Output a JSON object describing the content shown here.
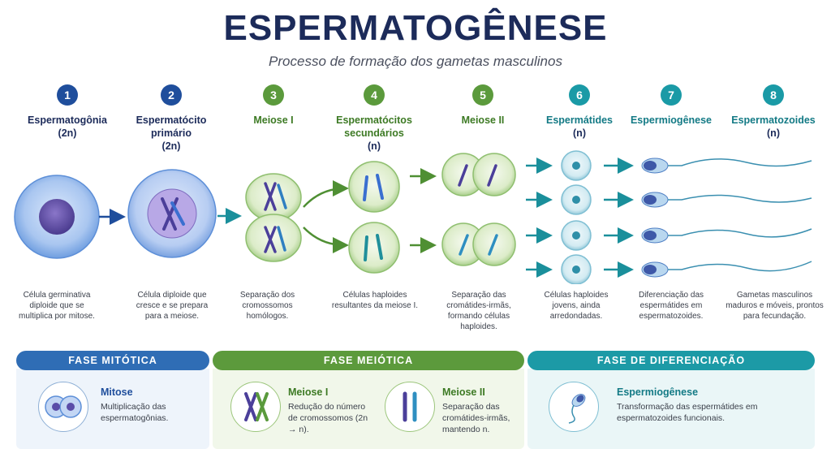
{
  "title": "ESPERMATOGÊNESE",
  "subtitle": "Processo de formação dos gametas masculinos",
  "steps": [
    {
      "number": "1",
      "title": "Espermatogônia",
      "ploidy": "(2n)",
      "description": "Célula germinativa diploide que se multiplica por mitose.",
      "color": "#1f4e9c"
    },
    {
      "number": "2",
      "title": "Espermatócito primário",
      "ploidy": "(2n)",
      "description": "Célula diploide que cresce e se prepara para a meiose.",
      "color": "#1f4e9c"
    },
    {
      "number": "3",
      "title": "Meiose I",
      "ploidy": "",
      "description": "Separação dos cromossomos homólogos.",
      "color": "#5b9a3c"
    },
    {
      "number": "4",
      "title": "Espermatócitos secundários",
      "ploidy": "(n)",
      "description": "Células haploides resultantes da meiose I.",
      "color": "#5b9a3c"
    },
    {
      "number": "5",
      "title": "Meiose II",
      "ploidy": "",
      "description": "Separação das cromátides-irmãs, formando células haploides.",
      "color": "#5b9a3c"
    },
    {
      "number": "6",
      "title": "Espermátides",
      "ploidy": "(n)",
      "description": "Células haploides jovens, ainda arredondadas.",
      "color": "#1a9aa6"
    },
    {
      "number": "7",
      "title": "Espermiogênese",
      "ploidy": "",
      "description": "Diferenciação das espermátides em espermatozoides.",
      "color": "#1a9aa6"
    },
    {
      "number": "8",
      "title": "Espermatozoides",
      "ploidy": "(n)",
      "description": "Gametas masculinos maduros e móveis, prontos para fecundação.",
      "color": "#1a9aa6"
    }
  ],
  "phases": {
    "mitotic": {
      "header": "FASE MITÓTICA",
      "item_title": "Mitose",
      "item_text": "Multiplicação das espermatogônias."
    },
    "meiotic": {
      "header": "FASE MEIÓTICA",
      "item1_title": "Meiose I",
      "item1_text": "Redução do número de cromossomos (2n → n).",
      "item2_title": "Meiose II",
      "item2_text": "Separação das cromátides-irmãs, mantendo n."
    },
    "differentiation": {
      "header": "FASE DE DIFERENCIAÇÃO",
      "item_title": "Espermiogênese",
      "item_text": "Transformação das espermátides em espermatozoides funcionais."
    }
  }
}
